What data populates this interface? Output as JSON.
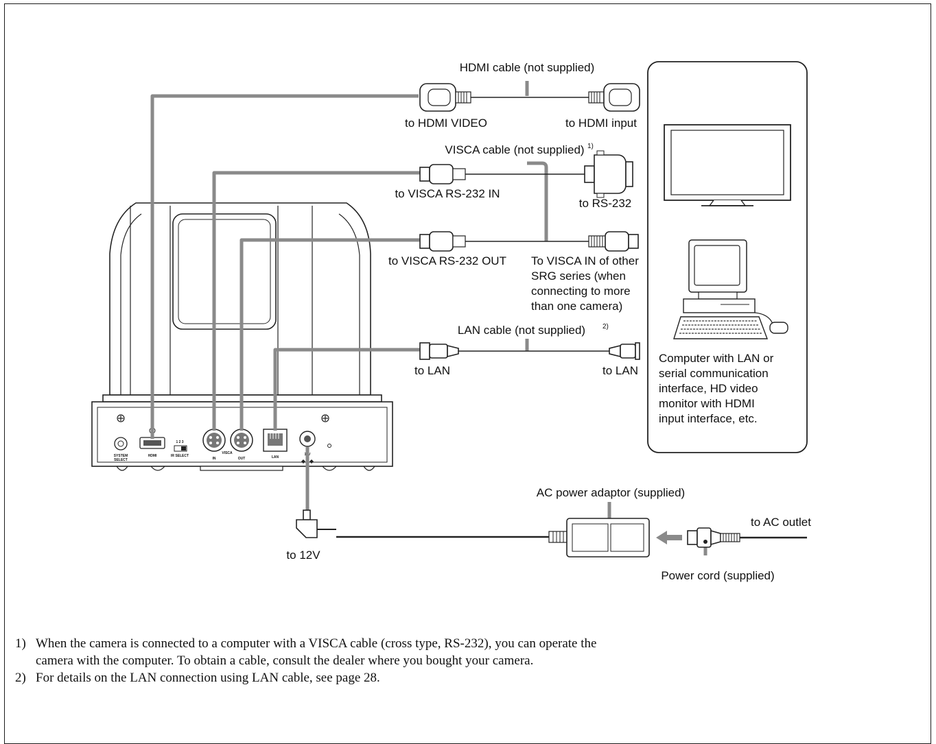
{
  "labels": {
    "hdmi_cable": "HDMI cable (not supplied)",
    "to_hdmi_video": "to HDMI VIDEO",
    "to_hdmi_input": "to HDMI input",
    "visca_cable": "VISCA cable (not supplied)",
    "visca_cable_ref": "1)",
    "to_visca_in": "to VISCA RS-232 IN",
    "to_rs232": "to RS-232",
    "to_visca_out": "to VISCA RS-232 OUT",
    "other_srg_lines": [
      "To VISCA IN of other",
      "SRG series (when",
      "connecting to more",
      "than one camera)"
    ],
    "lan_cable": "LAN cable (not supplied)",
    "lan_cable_ref": "2)",
    "to_lan_left": "to LAN",
    "to_lan_right": "to LAN",
    "computer_lines": [
      "Computer with LAN or",
      "serial communication",
      "interface, HD video",
      "monitor with HDMI",
      "input interface, etc."
    ],
    "ac_adaptor": "AC power adaptor (supplied)",
    "to_ac_outlet": "to AC outlet",
    "to_12v": "to 12V",
    "power_cord": "Power cord (supplied)"
  },
  "panel_labels": {
    "system_select": [
      "SYSTEM",
      "SELECT"
    ],
    "hdmi": "HDMI",
    "ir_numbers": "1 2 3",
    "ir_select": "IR SELECT",
    "visca": "VISCA",
    "in": "IN",
    "out": "OUT",
    "lan": "LAN",
    "dc": "12V"
  },
  "footnotes": [
    {
      "num": "1)",
      "lines": [
        "When the camera is connected to a computer with a VISCA cable (cross type, RS-232), you can operate the",
        "camera with the computer. To obtain a cable, consult the dealer where you bought your camera."
      ]
    },
    {
      "num": "2)",
      "lines": [
        "For details on the LAN connection using LAN cable, see page 28."
      ]
    }
  ]
}
